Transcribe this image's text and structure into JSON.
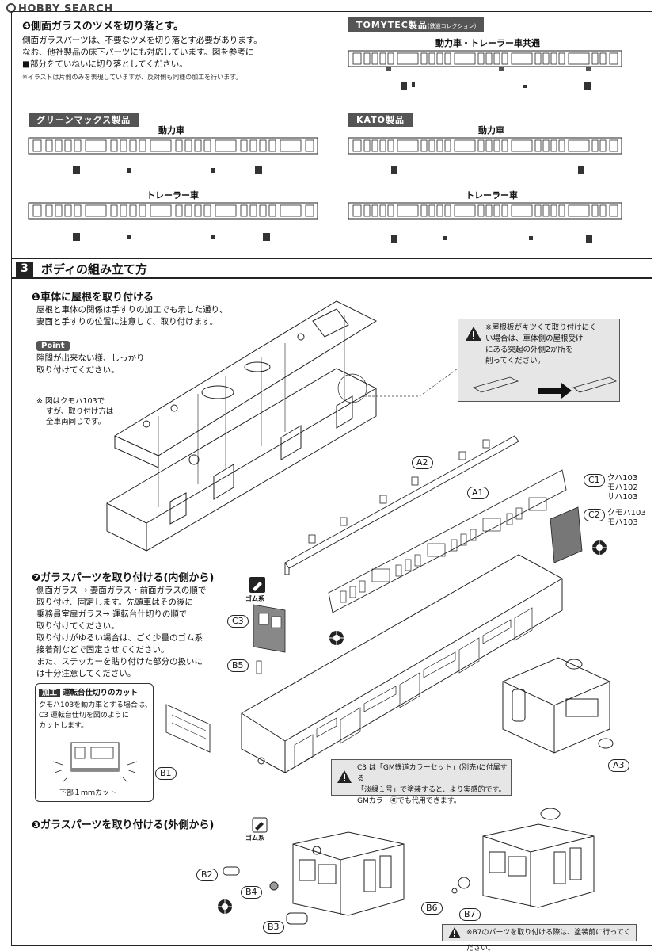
{
  "header": {
    "logo": "HOBBY SEARCH"
  },
  "step4": {
    "title": "❹側面ガラスのツメを切り落とす。",
    "lines": [
      "側面ガラスパーツは、不要なツメを切り落とす必要があります。",
      "なお、他社製品の床下パーツにも対応しています。図を参考に",
      "■部分をていねいに切り落としてください。"
    ],
    "note": "※イラストは片側のみを表現していますが、反対側も同様の加工を行います。",
    "tomytec": {
      "tag": "TOMYTEC製品",
      "tag_sub": "(鉄道コレクション)",
      "label": "動力車・トレーラー車共通"
    },
    "greenmax": {
      "tag": "グリーンマックス製品",
      "power": "動力車",
      "trailer": "トレーラー車"
    },
    "kato": {
      "tag": "KATO製品",
      "power": "動力車",
      "trailer": "トレーラー車"
    }
  },
  "section3": {
    "number": "3",
    "title": "ボディの組み立て方"
  },
  "s1": {
    "title": "❶車体に屋根を取り付ける",
    "lines": [
      "屋根と車体の関係は手すりの加工でも示した通り、",
      "妻面と手すりの位置に注意して、取り付けます。"
    ],
    "point_tag": "Point",
    "point_lines": [
      "隙間が出来ない様、しっかり",
      "取り付けてください。"
    ],
    "fig_note": [
      "※ 図はクモハ103で",
      "すが、取り付け方は",
      "全車両同じです。"
    ],
    "callout": [
      "※屋根板がキツくて取り付けにく",
      "い場合は、車体側の屋根受け",
      "にある突起の外側2か所を",
      "削ってください。"
    ]
  },
  "parts": {
    "A2": "A2",
    "A1": "A1",
    "C1": "C1",
    "C2": "C2",
    "C3": "C3",
    "B5": "B5",
    "B1": "B1",
    "A3": "A3",
    "B2": "B2",
    "B4": "B4",
    "B3": "B3",
    "B6": "B6",
    "B7": "B7",
    "C1_cars": [
      "クハ103",
      "モハ102",
      "サハ103"
    ],
    "C2_cars": [
      "クモハ103",
      "モハ103"
    ]
  },
  "s2": {
    "title": "❷ガラスパーツを取り付ける(内側から)",
    "gomu": "ゴム系",
    "lines": [
      "側面ガラス → 妻面ガラス・前面ガラスの順で",
      "取り付け、固定します。先頭車はその後に",
      "乗務員室扉ガラス→ 運転台仕切りの順で",
      "取り付けてください。",
      "取り付けがゆるい場合は、ごく少量のゴム系",
      "接着剤などで固定させてください。",
      "また、ステッカーを貼り付けた部分の扱いに",
      "は十分注意してください。"
    ],
    "cut_tag": "加工",
    "cut_title": "運転台仕切りのカット",
    "cut_lines": [
      "クモハ103を動力車とする場合は、",
      "C3 運転台仕切を図のように",
      "カットします。"
    ],
    "cut_caption": "下部１ｍｍカット",
    "c3_note": [
      "C3 は「GM鉄道カラーセット」(別売)に付属する",
      "「淡緑１号」で塗装すると、より実感的です。",
      "GMカラー㊶でも代用できます。"
    ]
  },
  "s3": {
    "title": "❸ガラスパーツを取り付ける(外側から)",
    "gomu": "ゴム系",
    "b7_note": "※B7のパーツを取り付ける際は、塗装前に行ってください。"
  },
  "colors": {
    "tag_bg": "#555555",
    "note_bg": "#e6e6e6",
    "line": "#222222"
  }
}
